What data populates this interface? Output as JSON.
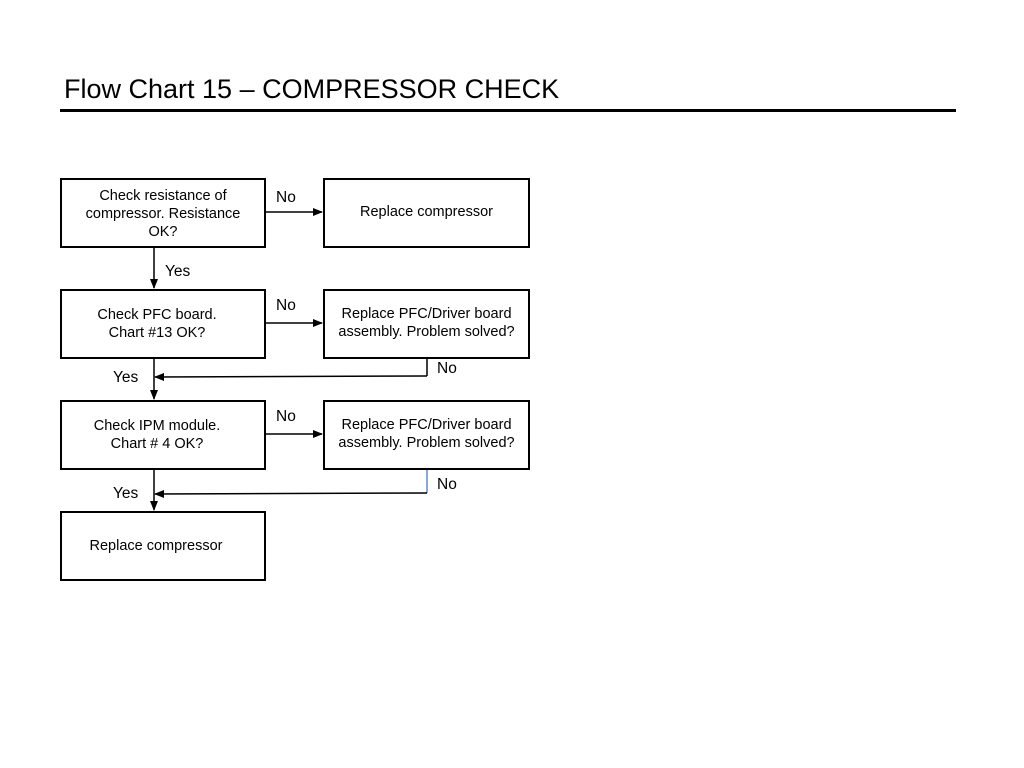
{
  "title": "Flow Chart 15 – COMPRESSOR CHECK",
  "nodes": {
    "check_resistance": [
      "Check resistance of",
      "compressor. Resistance",
      "OK?"
    ],
    "replace_compressor_1": [
      "Replace compressor"
    ],
    "check_pfc": [
      "Check PFC board.",
      "Chart #13 OK?"
    ],
    "replace_pfc_1": [
      "Replace PFC/Driver board",
      "assembly. Problem solved?"
    ],
    "check_ipm": [
      "Check IPM module.",
      "Chart # 4 OK?"
    ],
    "replace_pfc_2": [
      "Replace PFC/Driver board",
      "assembly. Problem solved?"
    ],
    "replace_compressor_2": [
      "Replace compressor"
    ]
  },
  "labels": {
    "resistance_no": "No",
    "resistance_yes": "Yes",
    "pfc_no": "No",
    "pfc_replace_no": "No",
    "pfc_yes": "Yes",
    "ipm_no": "No",
    "ipm_replace_no": "No",
    "ipm_yes": "Yes"
  },
  "colors": {
    "line": "#000000",
    "accent_segment": "#3a6fc4"
  }
}
